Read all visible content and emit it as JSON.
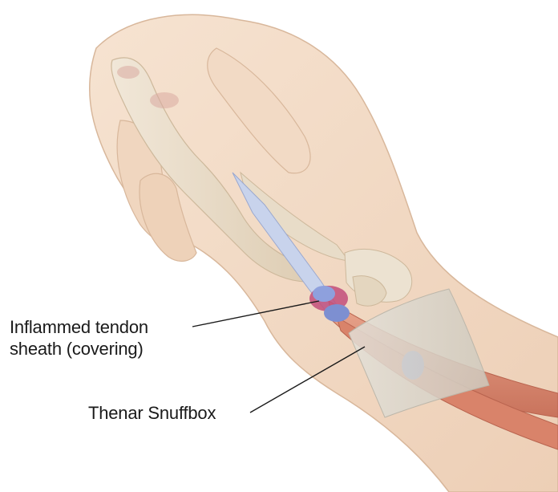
{
  "labels": {
    "inflamed_sheath": {
      "line1": "Inflammed tendon",
      "line2": "sheath (covering)"
    },
    "thenar_snuffbox": "Thenar Snuffbox"
  },
  "colors": {
    "skin": "#f2d9c4",
    "skin_shadow": "#e3c2a6",
    "bone": "#eae0cf",
    "bone_shadow": "#d9c8af",
    "tendon": "#d98a72",
    "sheath_blue": "#7d8fd1",
    "sheath_pink": "#c24d7a",
    "bandage": "#d6d2c8",
    "leader_line": "#1a1a1a"
  },
  "icons": [
    "hand-illustration",
    "wrist-bandage",
    "tendon-bundle",
    "leader-line"
  ]
}
